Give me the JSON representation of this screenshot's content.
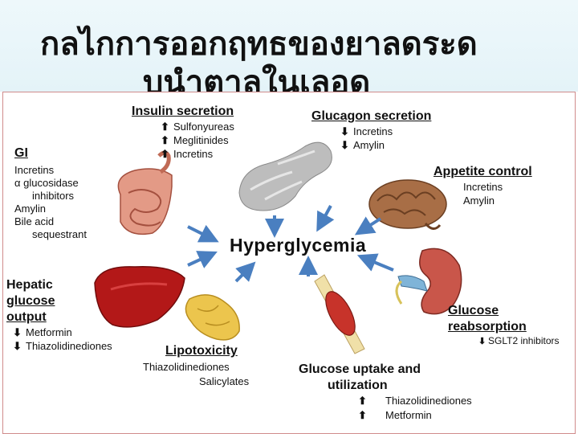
{
  "title": {
    "line1": "กลไกการออกฤทธของยาลดระด",
    "line2": "บนำตาลในเลอด"
  },
  "center": "Hyperglycemia",
  "arrow_up": "⬆",
  "arrow_down": "⬇",
  "insulin": {
    "heading": "Insulin secretion",
    "items": [
      "Sulfonyureas",
      "Meglitinides",
      "Incretins"
    ]
  },
  "glucagon": {
    "heading": "Glucagon secretion",
    "items": [
      "Incretins",
      "Amylin"
    ]
  },
  "appetite": {
    "heading": "Appetite control",
    "items": [
      "Incretins",
      "Amylin"
    ]
  },
  "gi": {
    "heading": "GI",
    "items": [
      "Incretins",
      "α glucosidase",
      "inhibitors",
      "Amylin",
      "Bile acid",
      "sequestrant"
    ]
  },
  "hepatic": {
    "heading_lines": [
      "Hepatic",
      "glucose",
      "output"
    ],
    "items": [
      "Metformin",
      "Thiazolidinediones"
    ]
  },
  "lipotoxicity": {
    "heading": "Lipotoxicity",
    "items": [
      "Thiazolidinediones",
      "Salicylates"
    ]
  },
  "uptake": {
    "heading_lines": [
      "Glucose uptake and",
      "utilization"
    ],
    "items": [
      "Thiazolidinediones",
      "Metformin"
    ]
  },
  "reabsorption": {
    "heading_lines": [
      "Glucose",
      "reabsorption"
    ],
    "items": [
      "SGLT2 inhibitors"
    ]
  },
  "colors": {
    "arrow": "#4a7fc0",
    "liver": "#b01818",
    "muscle": "#c23028",
    "fat": "#e9c14a",
    "brain": "#a0663d",
    "intestine": "#d98a7a",
    "pancreas": "#b8b8b8"
  }
}
